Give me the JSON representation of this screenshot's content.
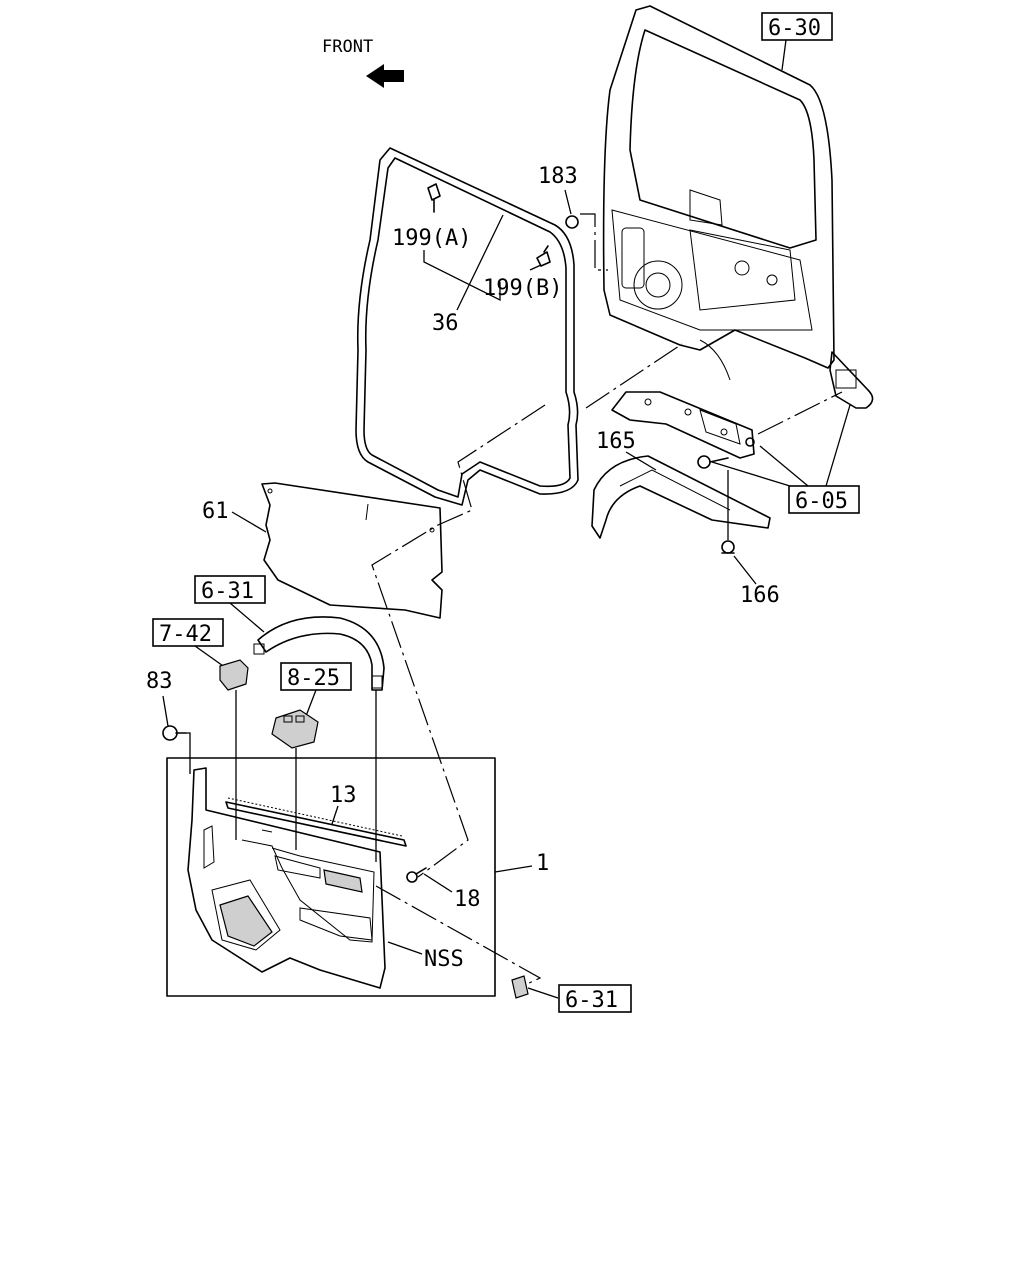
{
  "orientation": {
    "label": "FRONT"
  },
  "callouts": {
    "door_frame_ref": "6-30",
    "weatherstrip": "36",
    "clip_a": "199(A)",
    "clip_b": "199(B)",
    "plug": "183",
    "water_shield": "61",
    "grip_ref": "6-31",
    "switch_ref_left": "7-42",
    "screw_83": "83",
    "window_switch_ref": "8-25",
    "belt_molding": "13",
    "trim_assembly": "1",
    "screw_18": "18",
    "nss": "NSS",
    "pocket_ref": "6-31",
    "step_cover": "165",
    "hinge_ref": "6-05",
    "clip_166": "166"
  },
  "icons": {
    "front_arrow": "front-arrow-icon"
  }
}
